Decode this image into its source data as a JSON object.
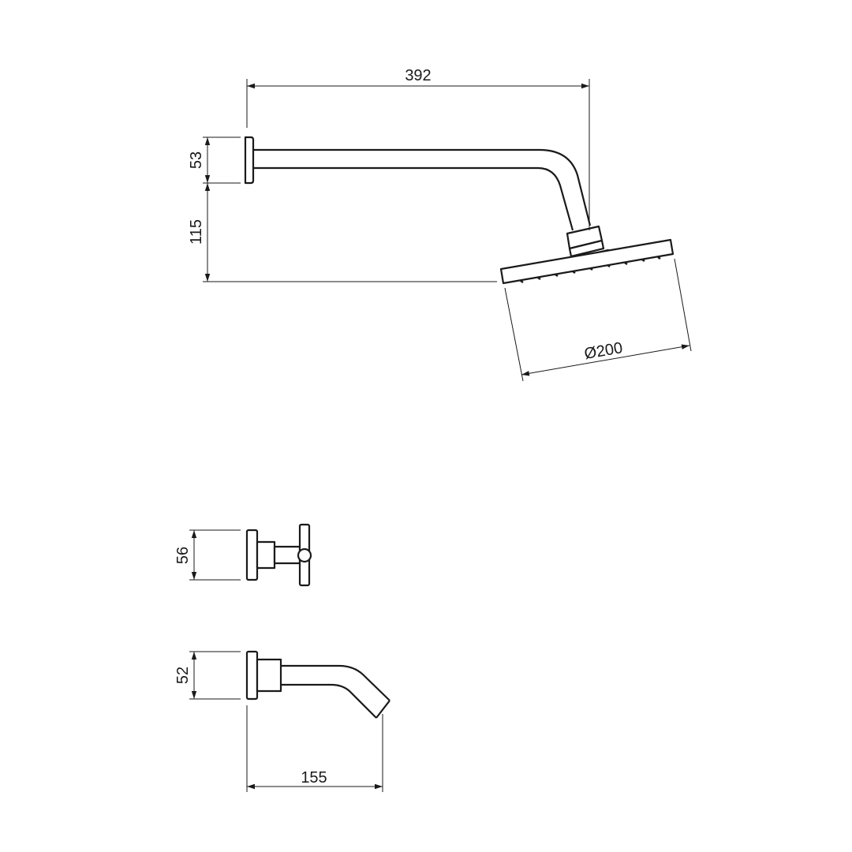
{
  "dimensions": {
    "arm_length": "392",
    "flange_height": "53",
    "drop_height": "115",
    "head_diameter": "Ø200",
    "handle_height": "56",
    "spout_flange_height": "52",
    "spout_projection": "155"
  },
  "colors": {
    "line": "#1a1a1a",
    "background": "#ffffff"
  }
}
